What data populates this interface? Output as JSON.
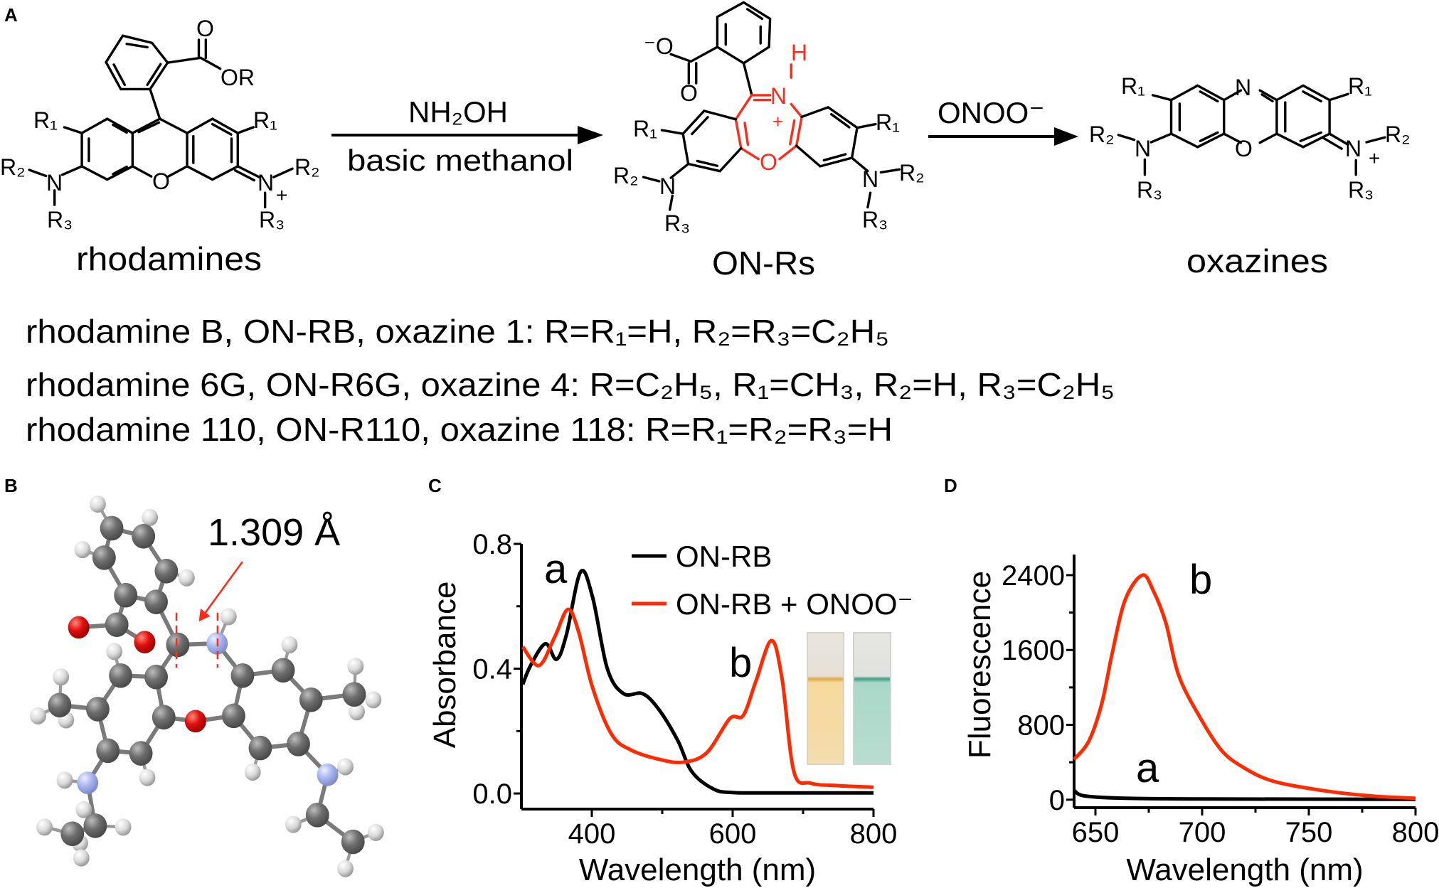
{
  "figure": {
    "panel_labels": [
      "A",
      "B",
      "C",
      "D"
    ],
    "scheme": {
      "rhodamine": {
        "name": "rhodamines",
        "labels": [
          "O",
          "OR",
          "R₁",
          "R₁",
          "R₂",
          "N",
          "R₃",
          "O",
          "N",
          "+",
          "R₂",
          "R₃"
        ]
      },
      "reaction1": {
        "reagent": "NH₂OH",
        "conditions": "basic methanol"
      },
      "on_r": {
        "name": "ON-Rs",
        "labels": [
          "⁻O",
          "O",
          "H",
          "N",
          "+",
          "O",
          "R₁",
          "R₁",
          "R₂",
          "N",
          "R₃",
          "N",
          "R₂",
          "R₃"
        ]
      },
      "reaction2": {
        "reagent": "ONOO⁻"
      },
      "oxazine": {
        "name": "oxazines",
        "labels": [
          "N",
          "O",
          "R₁",
          "R₁",
          "R₂",
          "N",
          "R₃",
          "N",
          "+",
          "R₂",
          "R₃"
        ]
      }
    },
    "compound_list": [
      "rhodamine B, ON-RB, oxazine 1:  R=R₁=H, R₂=R₃=C₂H₅",
      "rhodamine 6G, ON-R6G, oxazine 4:  R=C₂H₅, R₁=CH₃, R₂=H, R₃=C₂H₅",
      "rhodamine 110, ON-R110, oxazine 118:  R=R₁=R₂=R₃=H"
    ],
    "crystal": {
      "bond_length_label": "1.309 Å"
    },
    "colors": {
      "highlight": "#ff2a1a",
      "carbon": "#6e6e6e",
      "hydrogen": "#d9d9d9",
      "oxygen": "#e01010",
      "nitrogen": "#a9b5ee",
      "cuvette_before": "#f6d99c",
      "cuvette_after": "#a9d8c8"
    }
  },
  "chart_data": [
    {
      "panel": "C",
      "type": "line",
      "title": "",
      "xlabel": "Wavelength (nm)",
      "ylabel": "Absorbance",
      "xlim": [
        300,
        800
      ],
      "ylim": [
        -0.05,
        0.8
      ],
      "xticks": [
        400,
        600,
        800
      ],
      "xtick_labels": [
        "400",
        "600",
        "800"
      ],
      "yticks": [
        0.0,
        0.4,
        0.8
      ],
      "ytick_labels": [
        "0.0",
        "0.4",
        "0.8"
      ],
      "grid": false,
      "legend": "top-center",
      "series": [
        {
          "name": "ON-RB",
          "curve_label": "a",
          "color": "#000000",
          "x": [
            302,
            313,
            334,
            350,
            364,
            384,
            401,
            422,
            445,
            472,
            495,
            522,
            542,
            573,
            600,
            650,
            700,
            800
          ],
          "y": [
            0.35,
            0.41,
            0.48,
            0.43,
            0.51,
            0.71,
            0.63,
            0.4,
            0.32,
            0.32,
            0.27,
            0.17,
            0.07,
            0.014,
            0.003,
            0.002,
            0.002,
            0.002
          ]
        },
        {
          "name": "ON-RB + ONOO⁻",
          "curve_label": "b",
          "color": "#ff2a00",
          "x": [
            302,
            325,
            347,
            366,
            381,
            401,
            428,
            455,
            495,
            529,
            563,
            596,
            615,
            633,
            655,
            670,
            687,
            711,
            750,
            800
          ],
          "y": [
            0.47,
            0.41,
            0.5,
            0.59,
            0.52,
            0.34,
            0.19,
            0.14,
            0.11,
            0.1,
            0.13,
            0.24,
            0.25,
            0.36,
            0.49,
            0.37,
            0.07,
            0.033,
            0.025,
            0.02
          ]
        }
      ]
    },
    {
      "panel": "D",
      "type": "line",
      "title": "",
      "xlabel": "Wavelength (nm)",
      "ylabel": "Fluorescence",
      "xlim": [
        640,
        800
      ],
      "ylim": [
        -85,
        2620
      ],
      "xticks": [
        650,
        700,
        750,
        800
      ],
      "xtick_labels": [
        "650",
        "700",
        "750",
        "800"
      ],
      "yticks": [
        0,
        800,
        1600,
        2400
      ],
      "ytick_labels": [
        "0",
        "800",
        "1600",
        "2400"
      ],
      "grid": false,
      "legend": "none",
      "series": [
        {
          "name": "ON-RB",
          "curve_label": "a",
          "color": "#000000",
          "x": [
            640,
            645,
            664,
            700,
            800
          ],
          "y": [
            100,
            40,
            15,
            8,
            5
          ]
        },
        {
          "name": "ON-RB + ONOO⁻",
          "curve_label": "b",
          "color": "#ff2a00",
          "x": [
            640,
            647,
            653,
            658,
            664,
            672,
            677,
            683,
            689,
            699,
            709,
            719,
            733,
            756,
            779,
            800
          ],
          "y": [
            430,
            630,
            1030,
            1580,
            2140,
            2400,
            2240,
            1890,
            1330,
            880,
            530,
            350,
            200,
            100,
            40,
            15
          ]
        }
      ]
    }
  ]
}
